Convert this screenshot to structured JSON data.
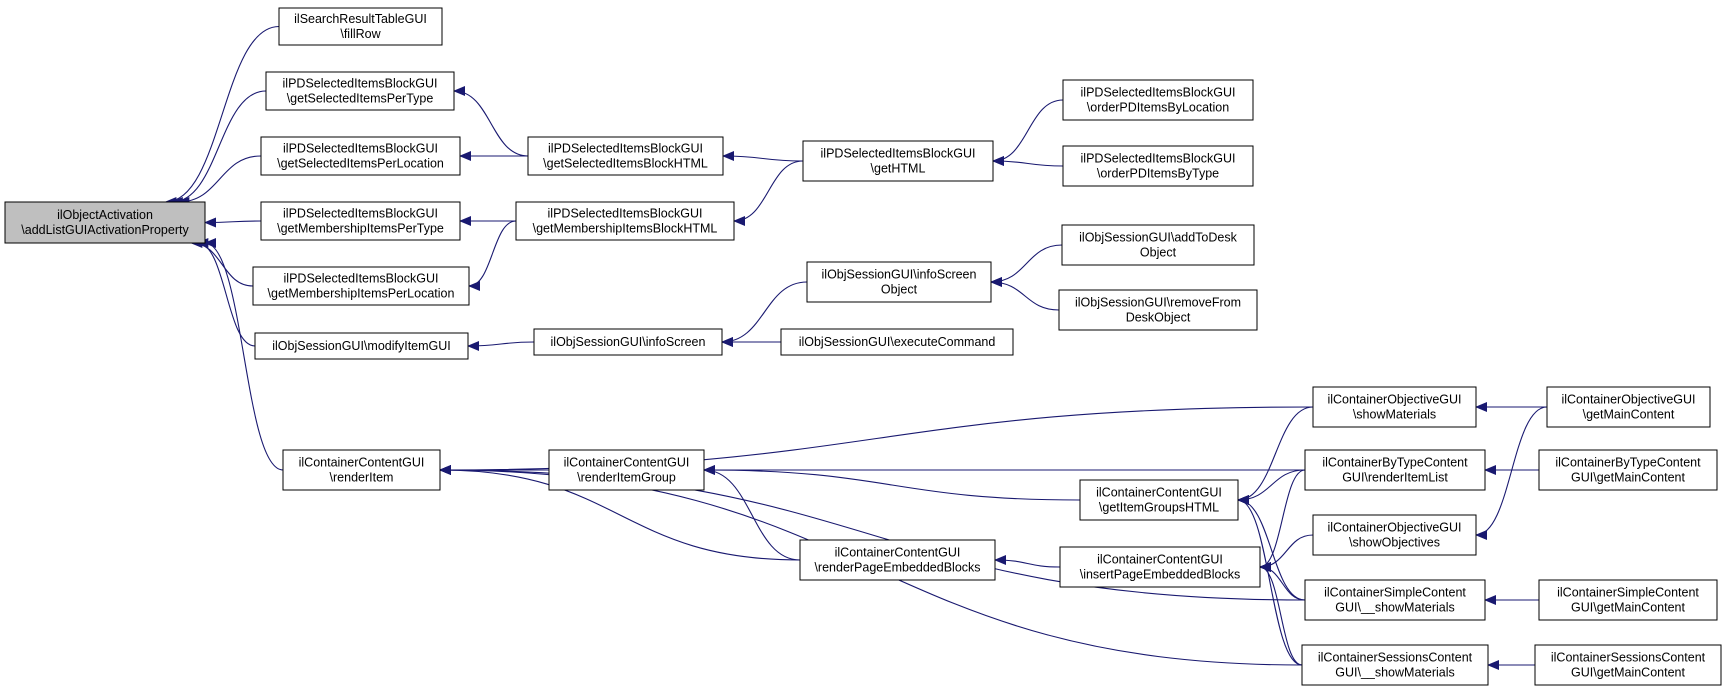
{
  "diagram": {
    "colors": {
      "edge": "#191970",
      "node_border": "#000000",
      "root_fill": "#bfbfbf",
      "node_fill": "#ffffff"
    },
    "nodes": [
      {
        "id": "root",
        "lines": [
          "ilObjectActivation",
          "\\addListGUIActivationProperty"
        ]
      },
      {
        "id": "srt_fill",
        "lines": [
          "ilSearchResultTableGUI",
          "\\fillRow"
        ]
      },
      {
        "id": "pd_perType",
        "lines": [
          "ilPDSelectedItemsBlockGUI",
          "\\getSelectedItemsPerType"
        ]
      },
      {
        "id": "pd_perLoc",
        "lines": [
          "ilPDSelectedItemsBlockGUI",
          "\\getSelectedItemsPerLocation"
        ]
      },
      {
        "id": "pd_memType",
        "lines": [
          "ilPDSelectedItemsBlockGUI",
          "\\getMembershipItemsPerType"
        ]
      },
      {
        "id": "pd_memLoc",
        "lines": [
          "ilPDSelectedItemsBlockGUI",
          "\\getMembershipItemsPerLocation"
        ]
      },
      {
        "id": "os_modify",
        "lines": [
          "ilObjSessionGUI\\modifyItemGUI"
        ]
      },
      {
        "id": "cc_render",
        "lines": [
          "ilContainerContentGUI",
          "\\renderItem"
        ]
      },
      {
        "id": "pd_selHTML",
        "lines": [
          "ilPDSelectedItemsBlockGUI",
          "\\getSelectedItemsBlockHTML"
        ]
      },
      {
        "id": "pd_memHTML",
        "lines": [
          "ilPDSelectedItemsBlockGUI",
          "\\getMembershipItemsBlockHTML"
        ]
      },
      {
        "id": "os_info",
        "lines": [
          "ilObjSessionGUI\\infoScreen"
        ]
      },
      {
        "id": "cc_group",
        "lines": [
          "ilContainerContentGUI",
          "\\renderItemGroup"
        ]
      },
      {
        "id": "cc_embed",
        "lines": [
          "ilContainerContentGUI",
          "\\renderPageEmbeddedBlocks"
        ]
      },
      {
        "id": "pd_html",
        "lines": [
          "ilPDSelectedItemsBlockGUI",
          "\\getHTML"
        ]
      },
      {
        "id": "os_infoObj",
        "lines": [
          "ilObjSessionGUI\\infoScreen",
          "Object"
        ]
      },
      {
        "id": "os_exec",
        "lines": [
          "ilObjSessionGUI\\executeCommand"
        ]
      },
      {
        "id": "cc_groupsHTML",
        "lines": [
          "ilContainerContentGUI",
          "\\getItemGroupsHTML"
        ]
      },
      {
        "id": "cc_insert",
        "lines": [
          "ilContainerContentGUI",
          "\\insertPageEmbeddedBlocks"
        ]
      },
      {
        "id": "pd_orderLoc",
        "lines": [
          "ilPDSelectedItemsBlockGUI",
          "\\orderPDItemsByLocation"
        ]
      },
      {
        "id": "pd_orderType",
        "lines": [
          "ilPDSelectedItemsBlockGUI",
          "\\orderPDItemsByType"
        ]
      },
      {
        "id": "os_add",
        "lines": [
          "ilObjSessionGUI\\addToDesk",
          "Object"
        ]
      },
      {
        "id": "os_remove",
        "lines": [
          "ilObjSessionGUI\\removeFrom",
          "DeskObject"
        ]
      },
      {
        "id": "obj_showMat",
        "lines": [
          "ilContainerObjectiveGUI",
          "\\showMaterials"
        ]
      },
      {
        "id": "bytype_render",
        "lines": [
          "ilContainerByTypeContent",
          "GUI\\renderItemList"
        ]
      },
      {
        "id": "obj_showObj",
        "lines": [
          "ilContainerObjectiveGUI",
          "\\showObjectives"
        ]
      },
      {
        "id": "simple_show",
        "lines": [
          "ilContainerSimpleContent",
          "GUI\\__showMaterials"
        ]
      },
      {
        "id": "sess_show",
        "lines": [
          "ilContainerSessionsContent",
          "GUI\\__showMaterials"
        ]
      },
      {
        "id": "obj_main",
        "lines": [
          "ilContainerObjectiveGUI",
          "\\getMainContent"
        ]
      },
      {
        "id": "bytype_main",
        "lines": [
          "ilContainerByTypeContent",
          "GUI\\getMainContent"
        ]
      },
      {
        "id": "simple_main",
        "lines": [
          "ilContainerSimpleContent",
          "GUI\\getMainContent"
        ]
      },
      {
        "id": "sess_main",
        "lines": [
          "ilContainerSessionsContent",
          "GUI\\getMainContent"
        ]
      }
    ],
    "edges": [
      [
        "srt_fill",
        "root"
      ],
      [
        "pd_perType",
        "root"
      ],
      [
        "pd_perLoc",
        "root"
      ],
      [
        "pd_memType",
        "root"
      ],
      [
        "pd_memLoc",
        "root"
      ],
      [
        "os_modify",
        "root"
      ],
      [
        "cc_render",
        "root"
      ],
      [
        "pd_selHTML",
        "pd_perType"
      ],
      [
        "pd_selHTML",
        "pd_perLoc"
      ],
      [
        "pd_memHTML",
        "pd_memType"
      ],
      [
        "pd_memHTML",
        "pd_memLoc"
      ],
      [
        "pd_html",
        "pd_selHTML"
      ],
      [
        "pd_html",
        "pd_memHTML"
      ],
      [
        "pd_orderLoc",
        "pd_html"
      ],
      [
        "pd_orderType",
        "pd_html"
      ],
      [
        "os_info",
        "os_modify"
      ],
      [
        "os_infoObj",
        "os_info"
      ],
      [
        "os_exec",
        "os_info"
      ],
      [
        "os_add",
        "os_infoObj"
      ],
      [
        "os_remove",
        "os_infoObj"
      ],
      [
        "cc_group",
        "cc_render"
      ],
      [
        "cc_embed",
        "cc_render"
      ],
      [
        "obj_showMat",
        "cc_render"
      ],
      [
        "bytype_render",
        "cc_render"
      ],
      [
        "simple_show",
        "cc_render"
      ],
      [
        "sess_show",
        "cc_render"
      ],
      [
        "cc_embed",
        "cc_group"
      ],
      [
        "cc_groupsHTML",
        "cc_group"
      ],
      [
        "cc_insert",
        "cc_embed"
      ],
      [
        "obj_showMat",
        "cc_groupsHTML"
      ],
      [
        "bytype_render",
        "cc_groupsHTML"
      ],
      [
        "simple_show",
        "cc_groupsHTML"
      ],
      [
        "sess_show",
        "cc_groupsHTML"
      ],
      [
        "bytype_render",
        "cc_insert"
      ],
      [
        "obj_showObj",
        "cc_insert"
      ],
      [
        "simple_show",
        "cc_insert"
      ],
      [
        "sess_show",
        "cc_insert"
      ],
      [
        "obj_main",
        "obj_showMat"
      ],
      [
        "obj_main",
        "obj_showObj"
      ],
      [
        "bytype_main",
        "bytype_render"
      ],
      [
        "simple_main",
        "simple_show"
      ],
      [
        "sess_main",
        "sess_show"
      ]
    ]
  }
}
